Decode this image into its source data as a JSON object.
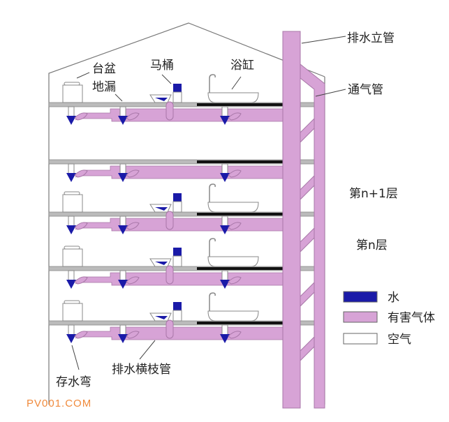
{
  "colors": {
    "water": "#1a1aa8",
    "gas": "#d7a3d6",
    "gas_edge": "#a877a8",
    "air": "#ffffff",
    "slab": "#8a8a8a",
    "watermark": "#f08a3c"
  },
  "labels": {
    "stack": "排水立管",
    "vent": "通气管",
    "basin": "台盆",
    "floor_drain": "地漏",
    "toilet": "马桶",
    "bathtub": "浴缸",
    "floor_upper": "第n+1层",
    "floor_lower": "第n层",
    "trap": "存水弯",
    "branch": "排水横枝管"
  },
  "legend": [
    {
      "key": "water",
      "label": "水"
    },
    {
      "key": "gas",
      "label": "有害气体"
    },
    {
      "key": "air",
      "label": "空气"
    }
  ],
  "floors": [
    {
      "fixtures": [
        "basin",
        "toilet",
        "bathtub"
      ]
    },
    {
      "fixtures": []
    },
    {
      "fixtures": [
        "basin",
        "toilet",
        "bathtub"
      ]
    },
    {
      "fixtures": [
        "basin",
        "toilet",
        "bathtub"
      ]
    },
    {
      "fixtures": [
        "basin",
        "toilet",
        "bathtub"
      ]
    }
  ],
  "watermark": "PV001.COM"
}
